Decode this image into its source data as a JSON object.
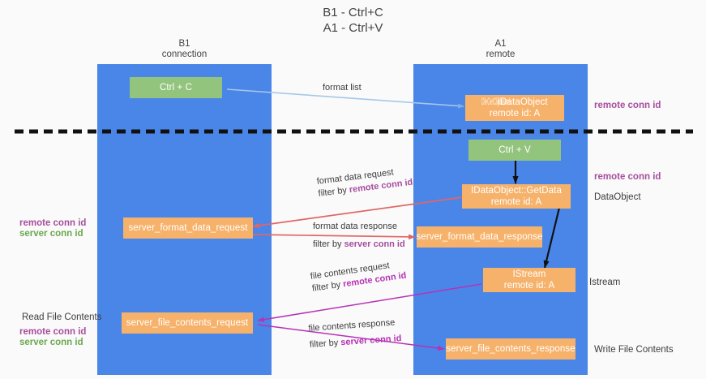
{
  "title": {
    "line1": "B1 - Ctrl+C",
    "line2": "A1 - Ctrl+V"
  },
  "columns": [
    {
      "name": "B1",
      "subtitle": "connection"
    },
    {
      "name": "A1",
      "subtitle": "remote"
    }
  ],
  "nodes": {
    "ctrl_c": {
      "label": "Ctrl + C"
    },
    "ctrl_v": {
      "label": "Ctrl + V"
    },
    "data_object": {
      "line1": "IDataObject",
      "line1_overlap": "OleGetClipboard",
      "line2": "remote id: A"
    },
    "get_data": {
      "line1": "IDataObject::GetData",
      "line2": "remote id: A"
    },
    "istream": {
      "line1": "IStream",
      "line2": "remote id: A"
    },
    "server_format_data_request": {
      "label": "server_format_data_request"
    },
    "server_format_data_response": {
      "label": "server_format_data_response"
    },
    "server_file_contents_request": {
      "label": "server_file_contents_request"
    },
    "server_file_contents_response": {
      "label": "server_file_contents_response"
    }
  },
  "edges": {
    "format_list": {
      "label": "format list"
    },
    "format_data_request": {
      "line1": "format data request",
      "line2_pre": "filter by ",
      "line2_key": "remote conn id"
    },
    "format_data_response": {
      "line1": "format data response",
      "line2_pre": "filter by ",
      "line2_key": "server conn id"
    },
    "file_contents_request": {
      "line1": "file contents request",
      "line2_pre": "filter by ",
      "line2_key": "remote conn id"
    },
    "file_contents_response": {
      "line1": "file contents response",
      "line2_pre": "filter by ",
      "line2_key": "server conn id"
    }
  },
  "annotations": {
    "right_remote_conn_id_top": "remote conn id",
    "right_remote_conn_id_mid": "remote conn id",
    "right_data_object": "DataObject",
    "right_istream": "Istream",
    "right_write_file_contents": "Write File Contents",
    "left_remote_conn_id_mid": "remote conn id",
    "left_server_conn_id_mid": "server conn id",
    "left_read_file_contents": "Read File Contents",
    "left_remote_conn_id_bottom": "remote conn id",
    "left_server_conn_id_bottom": "server conn id"
  },
  "colors": {
    "lane": "#4a86e8",
    "node_orange": "#f6b26b",
    "node_green": "#93c47d",
    "arrow_blue": "#a7c7e7",
    "arrow_red": "#e06666",
    "arrow_black": "#000000",
    "arrow_magenta": "#b533b5",
    "accent_purple": "#a64d9e",
    "accent_green": "#6aa84f",
    "background": "#fafafa"
  }
}
